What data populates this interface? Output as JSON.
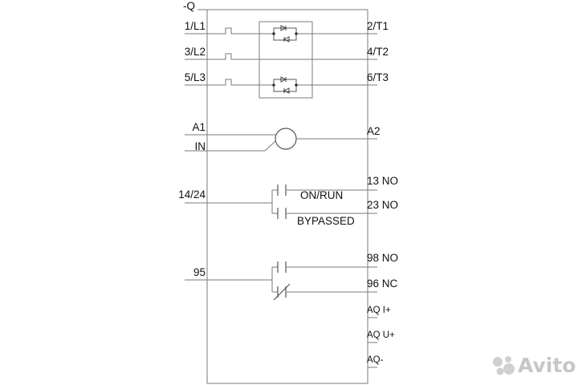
{
  "device_tag": "-Q",
  "inputs": {
    "l1": "1/L1",
    "l2": "3/L2",
    "l3": "5/L3",
    "a1": "A1",
    "in": "IN",
    "c1424": "14/24",
    "c95": "95"
  },
  "outputs": {
    "t1": "2/T1",
    "t2": "4/T2",
    "t3": "6/T3",
    "a2": "A2",
    "no13": "13 NO",
    "no23": "23 NO",
    "no98": "98 NO",
    "nc96": "96 NC",
    "aqi": "AQ I+",
    "aqu": "AQ U+",
    "aqm": "AQ-"
  },
  "contact_labels": {
    "on_run": "ON/RUN",
    "bypassed": "BYPASSED"
  },
  "watermark": {
    "text": "Avito",
    "icon": "avito-logo-icon"
  }
}
